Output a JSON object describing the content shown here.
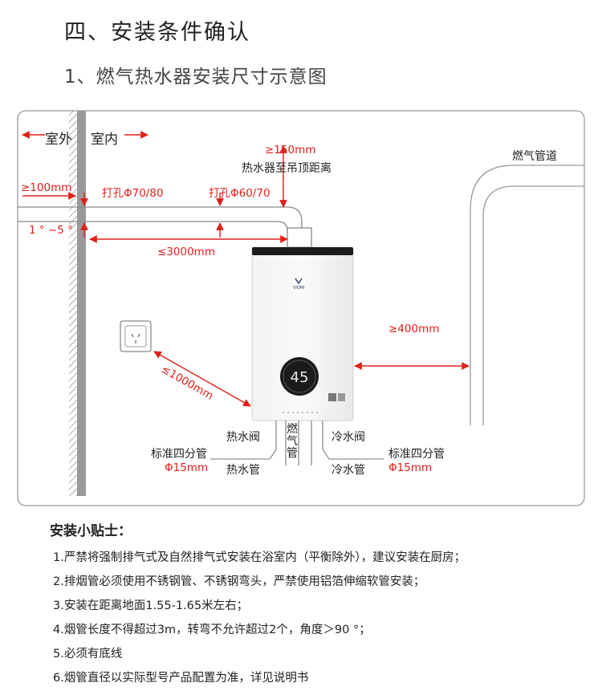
{
  "heading": "四、安装条件确认",
  "subheading": "1、燃气热水器安装尺寸示意图",
  "diagram": {
    "outdoor": "室外",
    "indoor": "室内",
    "gas_pipeline": "燃气管道",
    "dim_ceiling": "≥150mm",
    "dim_ceiling_desc": "热水器至吊顶距离",
    "dim_wall": "≥100mm",
    "hole_outer": "打孔Φ70/80",
    "hole_inner": "打孔Φ60/70",
    "slope": "1 ° ~5 °",
    "flue_length": "≤3000mm",
    "socket_distance": "≤1000mm",
    "side_clearance": "≥400mm",
    "display_value": "45",
    "hot_water_valve": "热水阀",
    "gas_pipe": "燃气管",
    "cold_water_valve": "冷水阀",
    "std_pipe_left": "标准四分管",
    "std_pipe_right": "标准四分管",
    "pipe_dia_left": "Φ15mm",
    "pipe_dia_right": "Φ15mm",
    "hot_water_pipe": "热水管",
    "cold_water_pipe": "冷水管",
    "colors": {
      "dimension": "#e0201b",
      "frame": "#9a9a9a",
      "wall": "#888888",
      "panel": "#1a1a1a"
    }
  },
  "tips": {
    "title": "安装小贴士：",
    "items": [
      "1.严禁将强制排气式及自然排气式安装在浴室内（平衡除外），建议安装在厨房；",
      "2.排烟管必须使用不锈钢管、不锈钢弯头，严禁使用铝箔伸缩软管安装；",
      "3.安装在距离地面1.55-1.65米左右；",
      "4.烟管长度不得超过3m，转弯不允许超过2个，角度＞90 °；",
      "5.必须有底线",
      "6.烟管直径以实际型号产品配置为准，详见说明书"
    ]
  }
}
